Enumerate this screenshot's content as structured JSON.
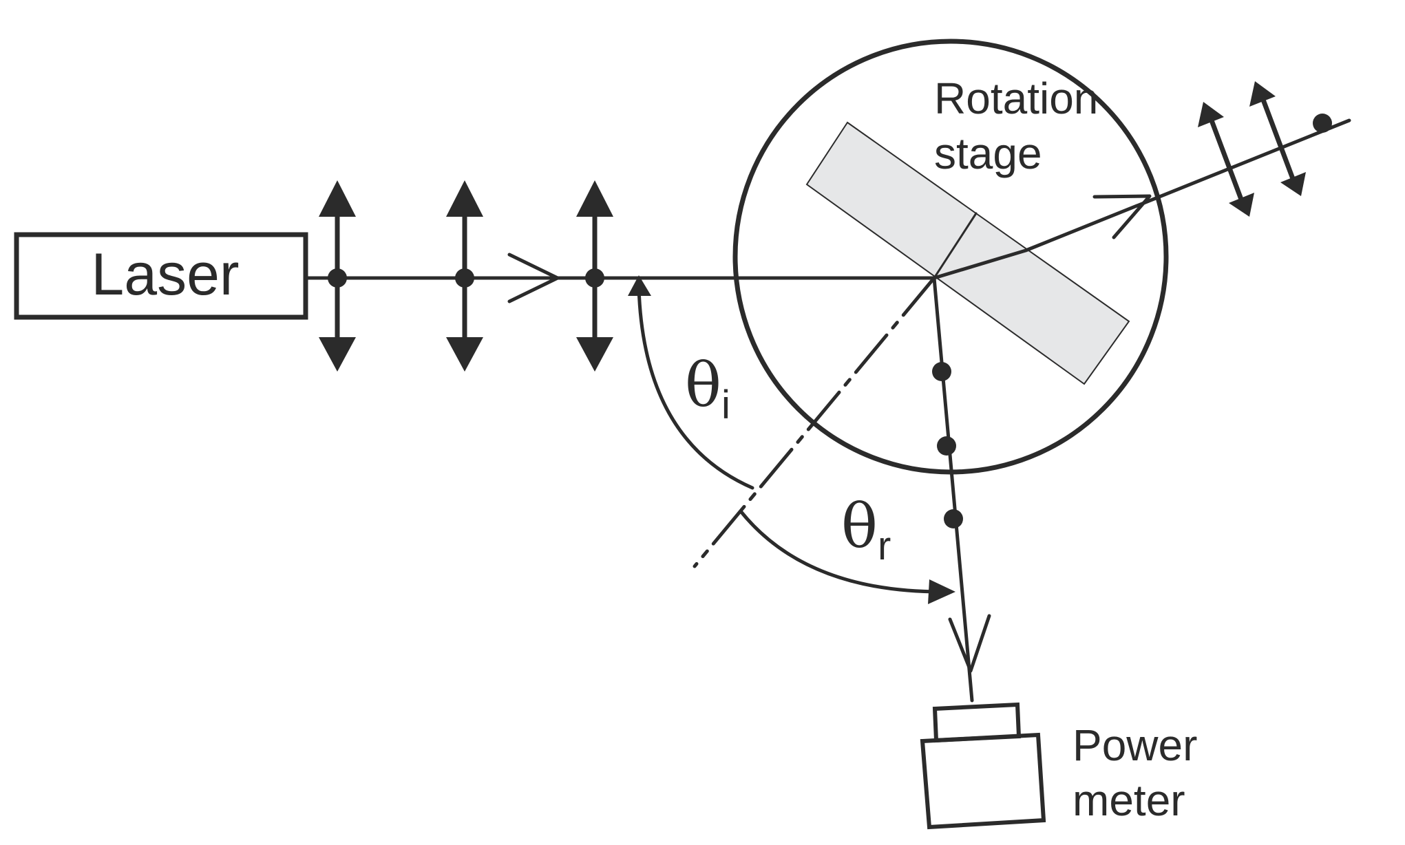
{
  "labels": {
    "laser": "Laser",
    "rotation_stage_line1": "Rotation",
    "rotation_stage_line2": "stage",
    "power_meter_line1": "Power",
    "power_meter_line2": "meter",
    "theta_symbol": "θ",
    "incident_subscript": "i",
    "reflected_subscript": "r"
  },
  "colors": {
    "ink": "#2b2b2b",
    "sample_fill": "#e6e7e8"
  },
  "icons": {
    "polarization_p": "double-arrow",
    "polarization_s": "dot"
  }
}
